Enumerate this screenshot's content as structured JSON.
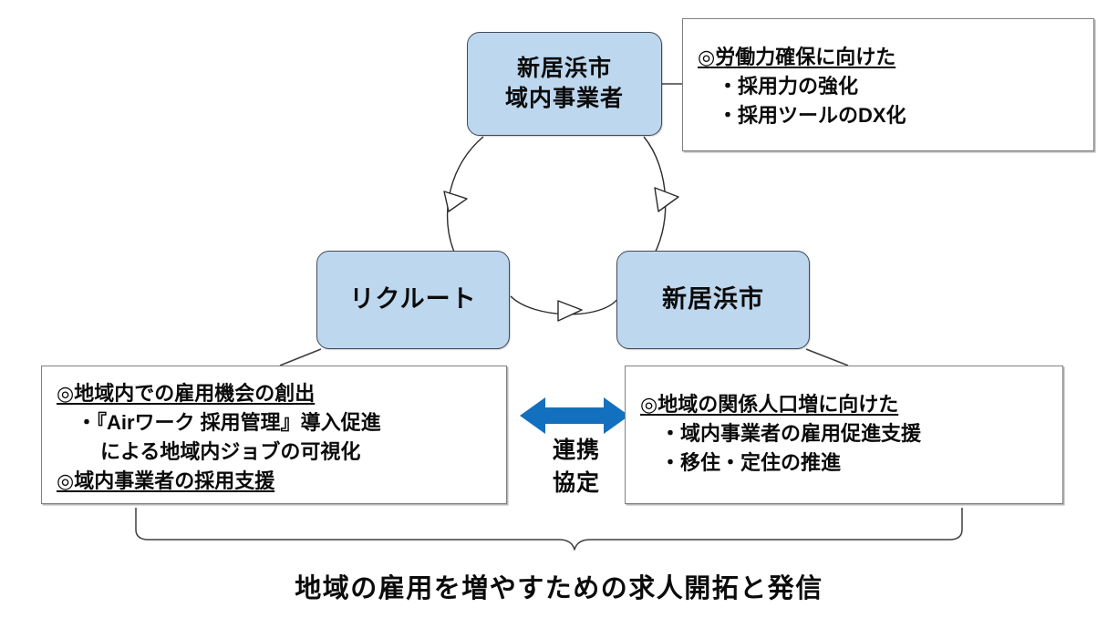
{
  "diagram": {
    "title_caption": "地域の雇用を増やすための求人開拓と発信",
    "entities": {
      "top": {
        "line1": "新居浜市",
        "line2": "域内事業者"
      },
      "left": {
        "label": "リクルート"
      },
      "right": {
        "label": "新居浜市"
      }
    },
    "notes": {
      "top_right": {
        "heading": "◎労働力確保に向けた",
        "items": [
          "・採用力の強化",
          "・採用ツールのDX化"
        ]
      },
      "bottom_left": {
        "heading": "◎地域内での雇用機会の創出",
        "item1": "・『Airワーク 採用管理』導入促進",
        "item1_cont": "による地域内ジョブの可視化",
        "heading2": "◎域内事業者の採用支援"
      },
      "bottom_right": {
        "heading": "◎地域の関係人口増に向けた",
        "items": [
          "・域内事業者の雇用促進支援",
          "・移住・定住の推進"
        ]
      }
    },
    "partnership": {
      "line1": "連携",
      "line2": "協定"
    },
    "colors": {
      "entity_fill": "#bdd7ee",
      "entity_border": "#41495a",
      "note_border": "#808080",
      "arrow_blue": "#1270be",
      "connector": "#3f3f3f",
      "text": "#0b0b0b"
    }
  },
  "chart_data": {
    "type": "diagram",
    "nodes": [
      {
        "id": "businesses",
        "label": "新居浜市 域内事業者",
        "role": "local businesses"
      },
      {
        "id": "recruit",
        "label": "リクルート",
        "role": "company"
      },
      {
        "id": "city",
        "label": "新居浜市",
        "role": "municipality"
      }
    ],
    "cycle_edges": [
      {
        "from": "businesses",
        "to": "recruit"
      },
      {
        "from": "recruit",
        "to": "city"
      },
      {
        "from": "city",
        "to": "businesses"
      }
    ],
    "bidirectional_edges": [
      {
        "between": [
          "recruit",
          "city"
        ],
        "label": "連携協定"
      }
    ]
  }
}
